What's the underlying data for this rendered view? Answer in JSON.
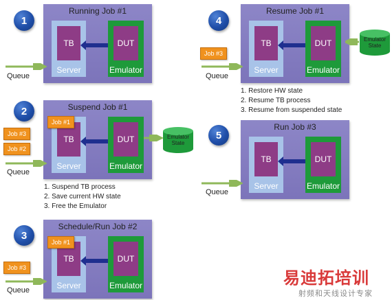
{
  "common": {
    "queue_label": "Queue",
    "tb_label": "TB",
    "dut_label": "DUT",
    "server_label": "Server",
    "emulator_label": "Emulator"
  },
  "steps": [
    {
      "number": "1",
      "title": "Running Job #1"
    },
    {
      "number": "2",
      "title": "Suspend Job #1",
      "job_in_server": "Job #1",
      "queue_jobs": [
        "Job #3",
        "Job #2"
      ],
      "state_label": "Emulator State",
      "actions": [
        "1. Suspend TB process",
        "2. Save current HW state",
        "3. Free the Emulator"
      ]
    },
    {
      "number": "3",
      "title": "Schedule/Run Job #2",
      "job_in_server": "Job #1",
      "queue_jobs": [
        "Job #3"
      ]
    },
    {
      "number": "4",
      "title": "Resume Job #1",
      "queue_jobs": [
        "Job #3"
      ],
      "state_label": "Emulator State",
      "actions": [
        "1. Restore HW state",
        "2. Resume TB process",
        "3. Resume from suspended state"
      ]
    },
    {
      "number": "5",
      "title": "Run Job #3"
    }
  ],
  "watermark": {
    "title": "易迪拓培训",
    "subtitle": "射频和天线设计专家"
  },
  "colors": {
    "panel": "#7c74ba",
    "server": "#a8c3e8",
    "emulator": "#1e9a3a",
    "inner_box": "#8e3c86",
    "job_tag": "#f0921e",
    "arrow_green": "#8fb85a",
    "arrow_blue": "#1f2f8f",
    "step_circle": "#1f4ea8",
    "watermark": "#d93a3a"
  }
}
